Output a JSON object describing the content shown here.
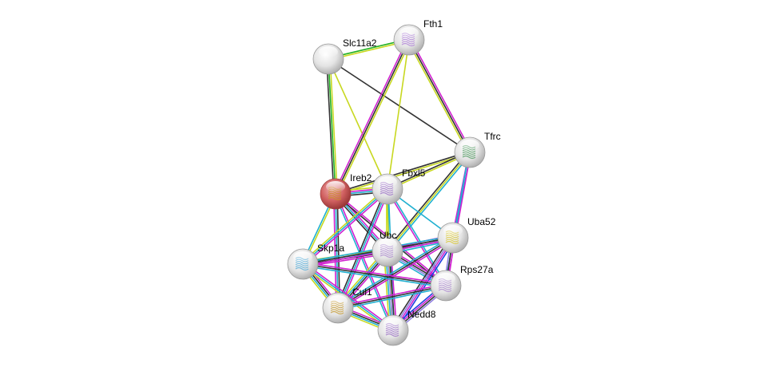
{
  "network": {
    "query_node": "Ireb2",
    "nodes": [
      {
        "id": "Slc11a2",
        "label": "Slc11a2",
        "color": "#e8e8e8",
        "structure": "none"
      },
      {
        "id": "Fth1",
        "label": "Fth1",
        "color": "#e8e8e8",
        "structure": "#b388d8"
      },
      {
        "id": "Tfrc",
        "label": "Tfrc",
        "color": "#e8e8e8",
        "structure": "#5aa06a"
      },
      {
        "id": "Ireb2",
        "label": "Ireb2",
        "color": "#d06060",
        "structure": "#c89030"
      },
      {
        "id": "Fbxl5",
        "label": "Fbxl5",
        "color": "#e8e8e8",
        "structure": "#a078c8"
      },
      {
        "id": "Uba52",
        "label": "Uba52",
        "color": "#e8e8e8",
        "structure": "#d8c840"
      },
      {
        "id": "Ubc",
        "label": "Ubc",
        "color": "#e8e8e8",
        "structure": "#b090d0"
      },
      {
        "id": "Skp1a",
        "label": "Skp1a",
        "color": "#e8e8e8",
        "structure": "#60b0d8"
      },
      {
        "id": "Rps27a",
        "label": "Rps27a",
        "color": "#e8e8e8",
        "structure": "#b090d0"
      },
      {
        "id": "Cul1",
        "label": "Cul1",
        "color": "#e8e8e8",
        "structure": "#c8a040"
      },
      {
        "id": "Nedd8",
        "label": "Nedd8",
        "color": "#e8e8e8",
        "structure": "#a078c8"
      }
    ],
    "edges": [
      {
        "source": "Slc11a2",
        "target": "Fth1",
        "colors": [
          "#20b020",
          "#c8d820"
        ]
      },
      {
        "source": "Slc11a2",
        "target": "Ireb2",
        "colors": [
          "#c8d820",
          "#20b020",
          "#333333"
        ]
      },
      {
        "source": "Slc11a2",
        "target": "Tfrc",
        "colors": [
          "#333333"
        ]
      },
      {
        "source": "Slc11a2",
        "target": "Fbxl5",
        "colors": [
          "#c8d820"
        ]
      },
      {
        "source": "Fth1",
        "target": "Ireb2",
        "colors": [
          "#c8d820",
          "#333333",
          "#d020d0"
        ]
      },
      {
        "source": "Fth1",
        "target": "Tfrc",
        "colors": [
          "#d020d0",
          "#333333",
          "#c8d820"
        ]
      },
      {
        "source": "Fth1",
        "target": "Fbxl5",
        "colors": [
          "#c8d820"
        ]
      },
      {
        "source": "Tfrc",
        "target": "Ireb2",
        "colors": [
          "#c8d820",
          "#333333"
        ]
      },
      {
        "source": "Tfrc",
        "target": "Fbxl5",
        "colors": [
          "#c8d820",
          "#333333"
        ]
      },
      {
        "source": "Tfrc",
        "target": "Ubc",
        "colors": [
          "#20b0d0",
          "#c8d820",
          "#333333"
        ]
      },
      {
        "source": "Tfrc",
        "target": "Uba52",
        "colors": [
          "#20b0d0",
          "#d020d0"
        ]
      },
      {
        "source": "Tfrc",
        "target": "Rps27a",
        "colors": [
          "#d020d0",
          "#20b0d0"
        ]
      },
      {
        "source": "Ireb2",
        "target": "Fbxl5",
        "colors": [
          "#c8d820",
          "#d020d0",
          "#20b0d0",
          "#333333"
        ]
      },
      {
        "source": "Ireb2",
        "target": "Skp1a",
        "colors": [
          "#c8d820",
          "#20b0d0"
        ]
      },
      {
        "source": "Ireb2",
        "target": "Cul1",
        "colors": [
          "#333333",
          "#20b0d0",
          "#d020d0"
        ]
      },
      {
        "source": "Ireb2",
        "target": "Ubc",
        "colors": [
          "#d020d0",
          "#20b0d0",
          "#333333"
        ]
      },
      {
        "source": "Ireb2",
        "target": "Nedd8",
        "colors": [
          "#d020d0",
          "#20b0d0"
        ]
      },
      {
        "source": "Ireb2",
        "target": "Rps27a",
        "colors": [
          "#d020d0",
          "#333333"
        ]
      },
      {
        "source": "Fbxl5",
        "target": "Uba52",
        "colors": [
          "#20b0d0"
        ]
      },
      {
        "source": "Fbxl5",
        "target": "Ubc",
        "colors": [
          "#20b0d0",
          "#c8d820"
        ]
      },
      {
        "source": "Fbxl5",
        "target": "Skp1a",
        "colors": [
          "#d020d0",
          "#20b0d0",
          "#c8d820"
        ]
      },
      {
        "source": "Fbxl5",
        "target": "Cul1",
        "colors": [
          "#d020d0",
          "#20b0d0",
          "#333333"
        ]
      },
      {
        "source": "Fbxl5",
        "target": "Nedd8",
        "colors": [
          "#20b0d0",
          "#c8d820"
        ]
      },
      {
        "source": "Fbxl5",
        "target": "Rps27a",
        "colors": [
          "#20b0d0",
          "#d020d0"
        ]
      },
      {
        "source": "Ubc",
        "target": "Uba52",
        "colors": [
          "#d020d0",
          "#333333",
          "#9080e0",
          "#20b0d0"
        ]
      },
      {
        "source": "Ubc",
        "target": "Skp1a",
        "colors": [
          "#d020d0",
          "#333333",
          "#20b0d0",
          "#c8d820"
        ]
      },
      {
        "source": "Ubc",
        "target": "Cul1",
        "colors": [
          "#d020d0",
          "#333333",
          "#20b0d0",
          "#c8d820"
        ]
      },
      {
        "source": "Ubc",
        "target": "Nedd8",
        "colors": [
          "#d020d0",
          "#333333",
          "#9080e0",
          "#20b0d0",
          "#c8d820"
        ]
      },
      {
        "source": "Ubc",
        "target": "Rps27a",
        "colors": [
          "#d020d0",
          "#333333",
          "#9080e0",
          "#20b0d0"
        ]
      },
      {
        "source": "Uba52",
        "target": "Rps27a",
        "colors": [
          "#d020d0",
          "#333333",
          "#9080e0"
        ]
      },
      {
        "source": "Uba52",
        "target": "Nedd8",
        "colors": [
          "#2040e0",
          "#d020d0",
          "#9080e0",
          "#333333"
        ]
      },
      {
        "source": "Uba52",
        "target": "Cul1",
        "colors": [
          "#d020d0",
          "#333333",
          "#20b0d0"
        ]
      },
      {
        "source": "Uba52",
        "target": "Skp1a",
        "colors": [
          "#d020d0",
          "#333333",
          "#20b0d0"
        ]
      },
      {
        "source": "Skp1a",
        "target": "Cul1",
        "colors": [
          "#d020d0",
          "#333333",
          "#20b0d0",
          "#c8d820"
        ]
      },
      {
        "source": "Skp1a",
        "target": "Nedd8",
        "colors": [
          "#d020d0",
          "#20b0d0",
          "#c8d820"
        ]
      },
      {
        "source": "Skp1a",
        "target": "Rps27a",
        "colors": [
          "#d020d0",
          "#333333",
          "#20b0d0"
        ]
      },
      {
        "source": "Cul1",
        "target": "Nedd8",
        "colors": [
          "#d020d0",
          "#333333",
          "#20b0d0",
          "#c8d820"
        ]
      },
      {
        "source": "Cul1",
        "target": "Rps27a",
        "colors": [
          "#d020d0",
          "#333333",
          "#20b0d0"
        ]
      },
      {
        "source": "Nedd8",
        "target": "Rps27a",
        "colors": [
          "#2040e0",
          "#d020d0",
          "#333333",
          "#9080e0"
        ]
      }
    ]
  }
}
